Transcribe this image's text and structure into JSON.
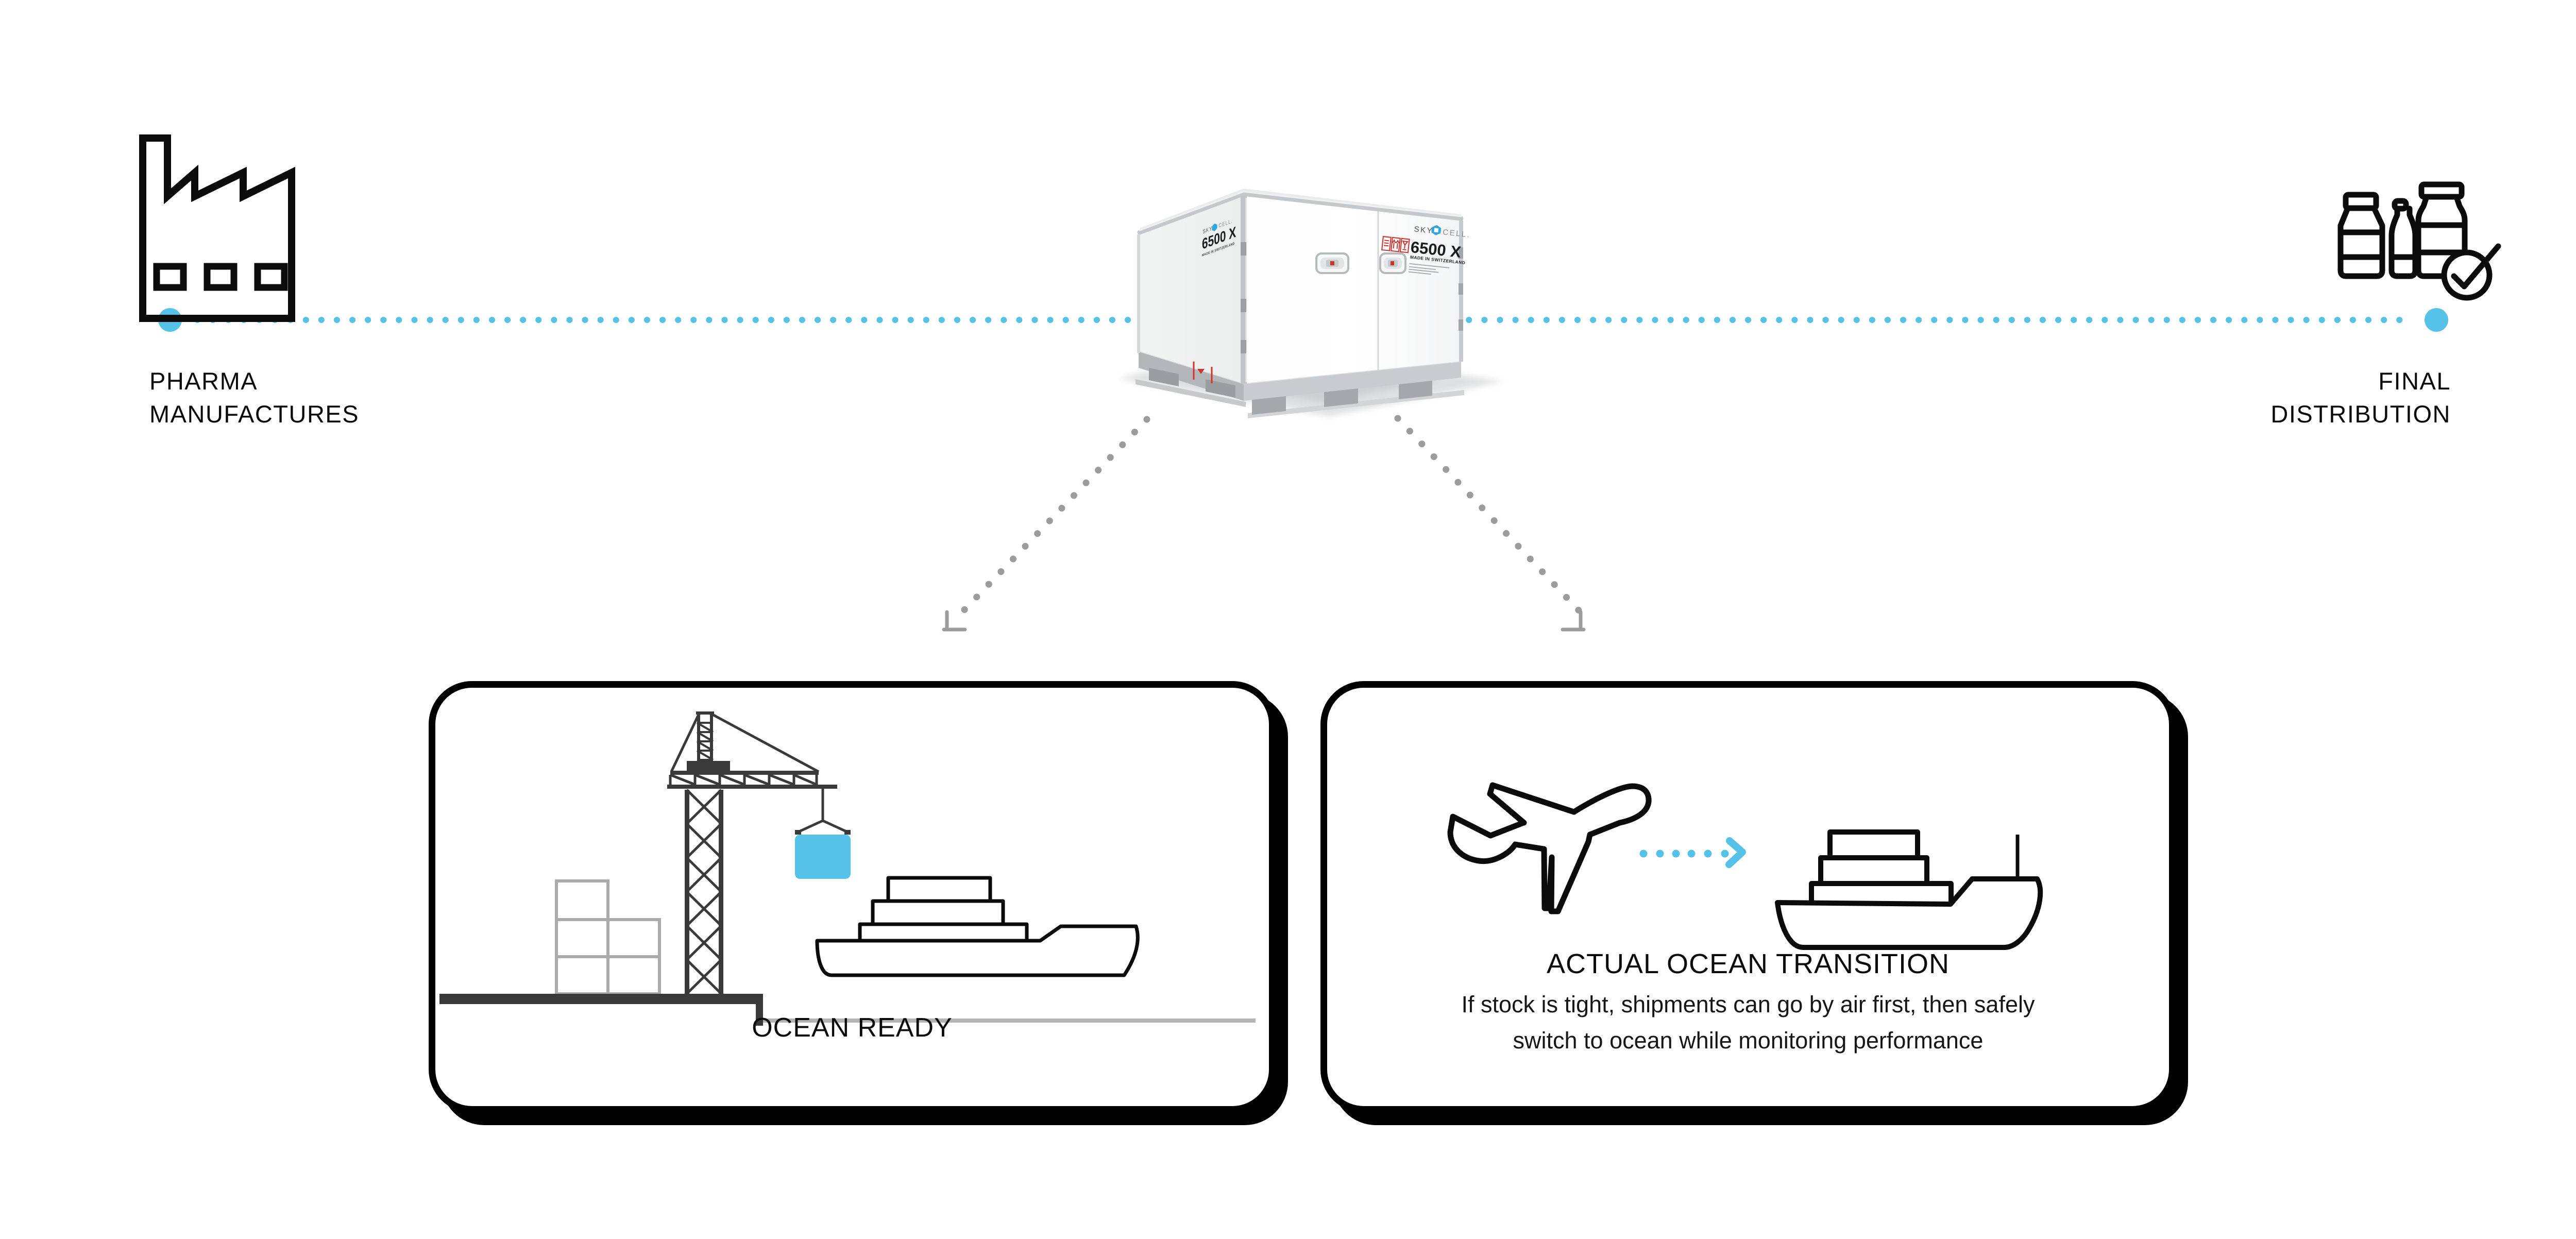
{
  "colors": {
    "accent_blue": "#57C2E8",
    "connector_gray": "#9C9C9C",
    "crane_dark": "#3A3A3A",
    "crate_gray": "#ABABAB",
    "water_gray": "#B3B3B3",
    "label_red": "#CB342D",
    "ink_black": "#0B0B0B"
  },
  "journey": {
    "from": {
      "label": "PHARMA\nMANUFACTURES"
    },
    "to": {
      "label": "FINAL\nDISTRIBUTION"
    }
  },
  "container": {
    "brand_sky": "SKY",
    "brand_cell": "CELL.",
    "model": "6500 X",
    "made_in": "MADE IN SWITZERLAND"
  },
  "cards": {
    "ocean_ready": {
      "title": "OCEAN READY"
    },
    "transition": {
      "title": "ACTUAL OCEAN TRANSITION",
      "description": "If stock is tight, shipments can go by air first, then safely\nswitch to ocean while monitoring performance"
    }
  }
}
